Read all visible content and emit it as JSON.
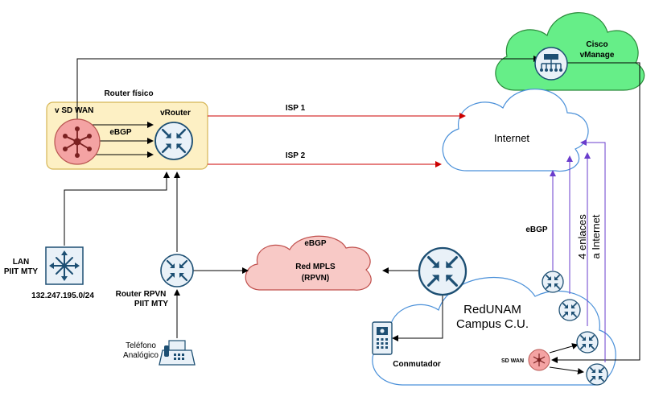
{
  "labels": {
    "router_fisico": "Router físico",
    "vsdwan": "v SD WAN",
    "vrouter": "vRouter",
    "ebgp_inner": "eBGP",
    "isp1": "ISP 1",
    "isp2": "ISP 2",
    "internet": "Internet",
    "cisco": "Cisco",
    "vmanage": "vManage",
    "lan": "LAN",
    "piit_mty": "PIIT MTY",
    "subnet": "132.247.195.0/24",
    "router_rpvn_1": "Router  RPVN",
    "router_rpvn_2": "PIIT MTY",
    "telefono": "Teléfono",
    "analogico": "Analógico",
    "mpls_ebgp": "eBGP",
    "mpls_1": "Red MPLS",
    "mpls_2": "(RPVN)",
    "redunam_1": "RedUNAM",
    "redunam_2": "Campus C.U.",
    "conmutador": "Conmutador",
    "sdwan_small": "SD WAN",
    "ebgp_right": "eBGP",
    "enlaces_1": "4 enlaces",
    "enlaces_2": "a Internet"
  },
  "colors": {
    "isp_line": "#cc0000",
    "bgp_line": "#6a3dcc",
    "vmanage_cloud": "#66ee88",
    "mpls_cloud": "#f8c9c6",
    "router_box": "#fdf0c4",
    "router_icon": "#1d4f73"
  },
  "icons": [
    "router-icon",
    "sd-wan-hub-icon",
    "layer3-switch-icon",
    "vmanage-icon",
    "analog-phone-icon",
    "ip-phone-icon"
  ]
}
